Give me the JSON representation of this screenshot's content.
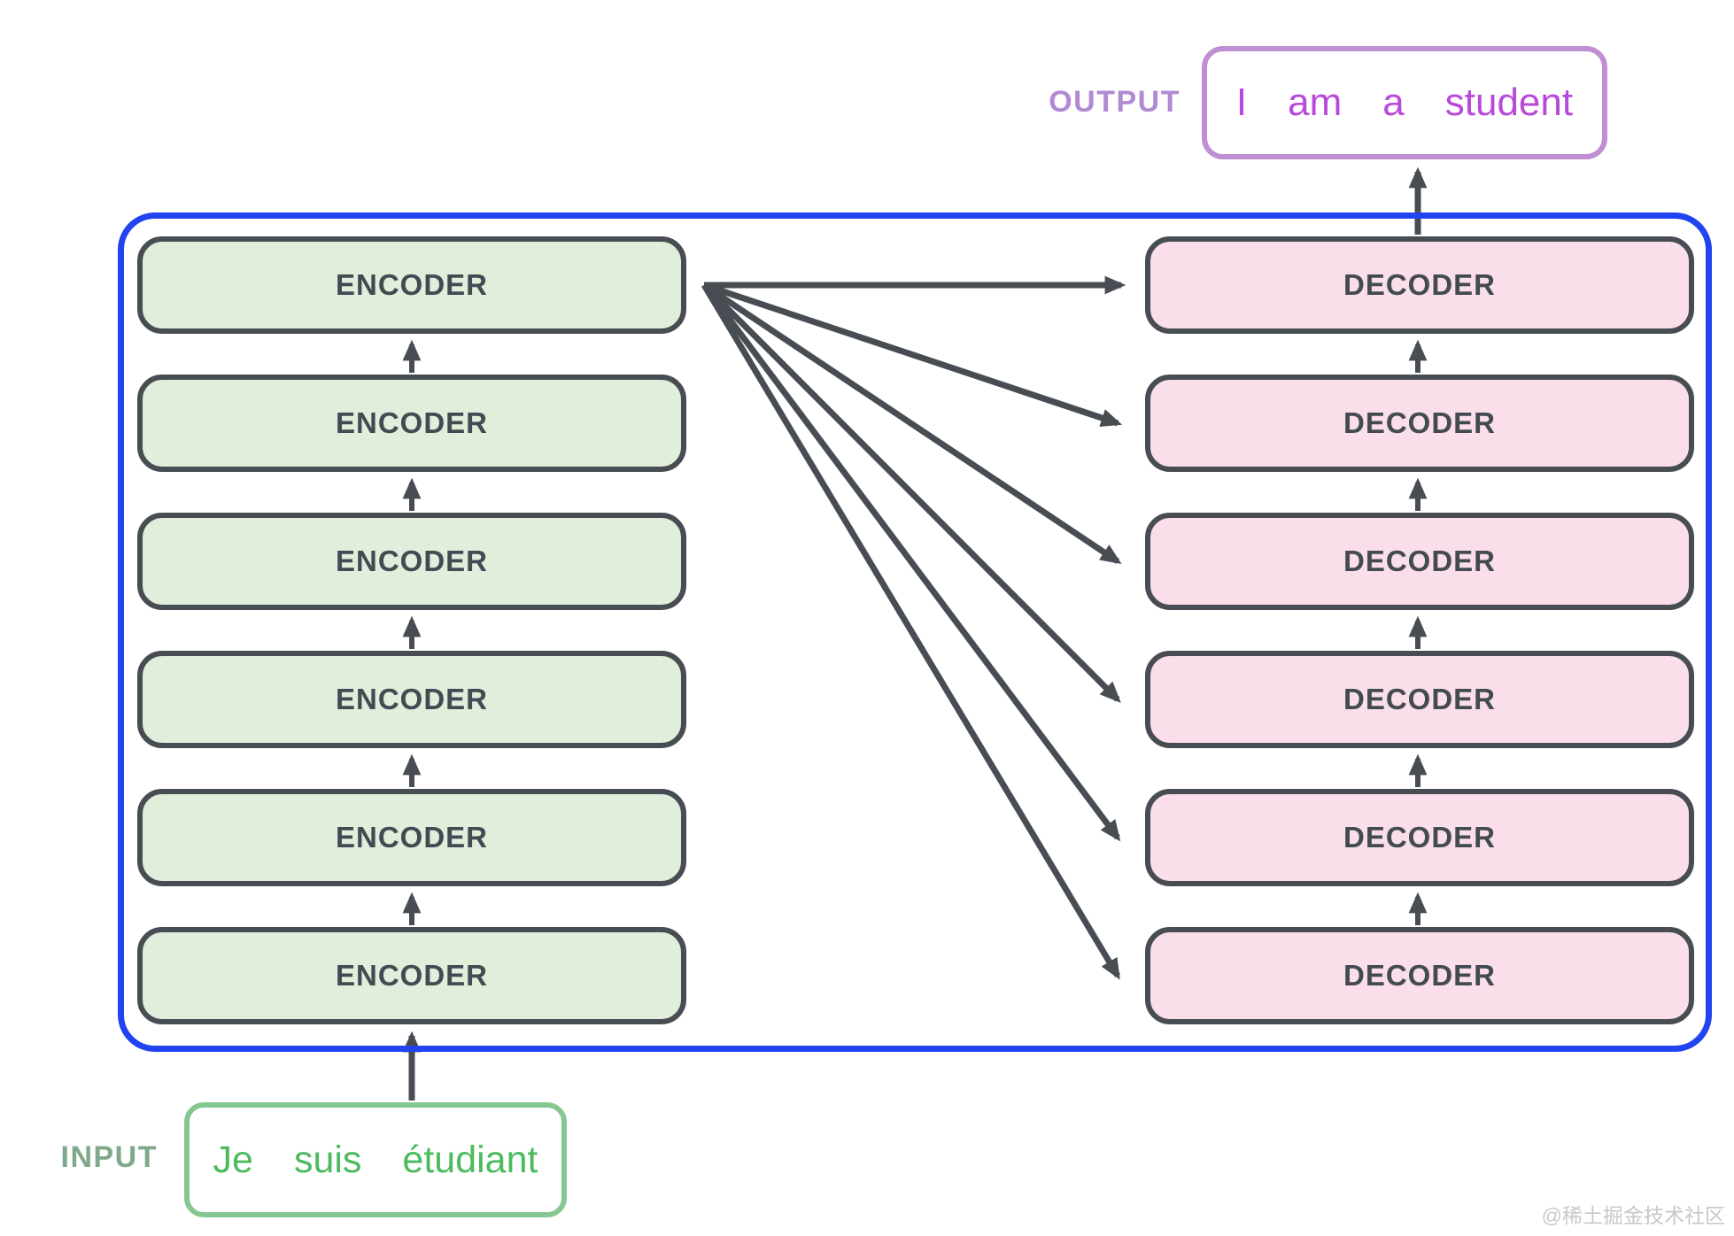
{
  "diagram": {
    "encoder_label": "ENCODER",
    "decoder_label": "DECODER",
    "encoder_count": 6,
    "decoder_count": 6,
    "output": {
      "label": "OUTPUT",
      "words": [
        "I",
        "am",
        "a",
        "student"
      ]
    },
    "input": {
      "label": "INPUT",
      "words": [
        "Je",
        "suis",
        "étudiant"
      ]
    }
  },
  "colors": {
    "container_border": "#2143f0",
    "encoder_fill": "#e0eedb",
    "decoder_fill": "#fadee9",
    "box_border": "#484d54",
    "box_text": "#434a52",
    "arrow": "#484d54",
    "output_border": "#c08ed3",
    "output_text": "#b84ad9",
    "output_label_text": "#b08ad2",
    "input_border": "#85c791",
    "input_text": "#4cbb5e",
    "input_label_text": "#7fa98a",
    "watermark_text": "#c8c8c8"
  },
  "watermark": "@稀土掘金技术社区"
}
